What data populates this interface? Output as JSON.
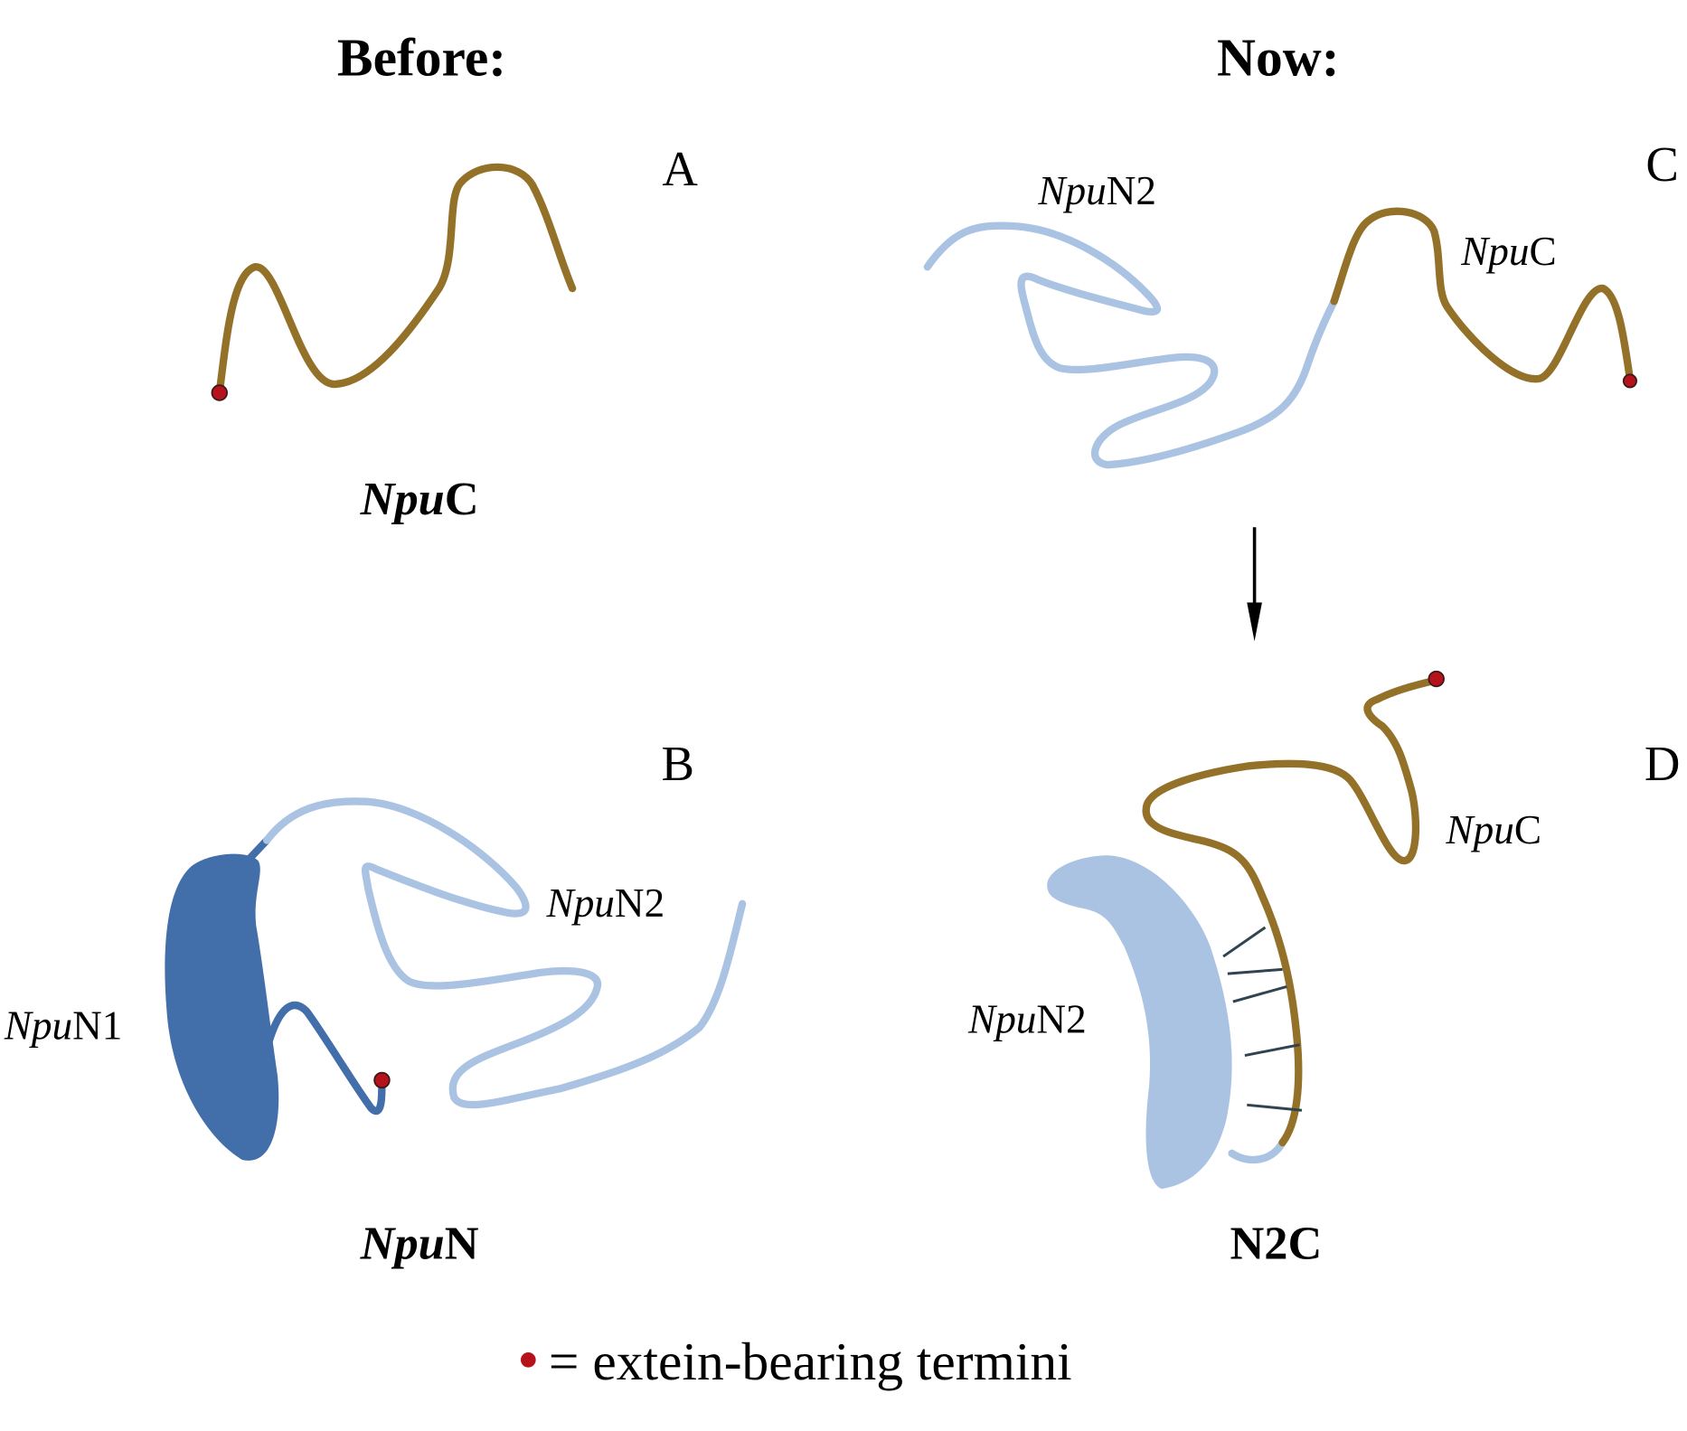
{
  "colors": {
    "npuC": "#947128",
    "npuN1": "#426EAA",
    "npuN2": "#AAC3E3",
    "terminus": "#B5121B",
    "bond": "#2F4450"
  },
  "headers": {
    "before": "Before:",
    "now": "Now:"
  },
  "panels": {
    "A": {
      "letter": "A",
      "title_italic": "Npu",
      "title_rest": "C"
    },
    "B": {
      "letter": "B",
      "title_italic": "Npu",
      "title_rest": "N",
      "label_n1_italic": "Npu",
      "label_n1_rest": "N1",
      "label_n2_italic": "Npu",
      "label_n2_rest": "N2"
    },
    "C": {
      "letter": "C",
      "label_n2_italic": "Npu",
      "label_n2_rest": "N2",
      "label_c_italic": "Npu",
      "label_c_rest": "C"
    },
    "D": {
      "letter": "D",
      "title": "N2C",
      "label_n2_italic": "Npu",
      "label_n2_rest": "N2",
      "label_c_italic": "Npu",
      "label_c_rest": "C"
    }
  },
  "legend": {
    "text": "= extein-bearing termini",
    "icon": "red-dot"
  }
}
